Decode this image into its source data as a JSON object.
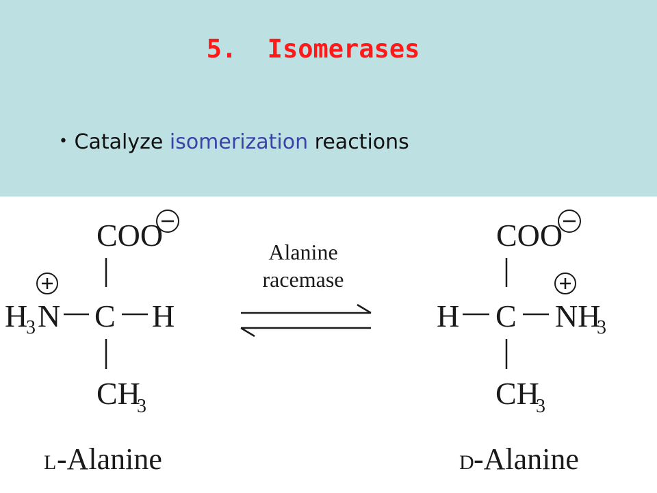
{
  "slide": {
    "title": "5.  Isomerases",
    "bullet_verb": "Catalyze",
    "bullet_highlight": "isomerization",
    "bullet_rest": "reactions"
  },
  "colors": {
    "header_bg": "#bde0e3",
    "title": "#ff1a1a",
    "highlight": "#3b43a8"
  },
  "reaction": {
    "enzyme_line1": "Alanine",
    "enzyme_line2": "racemase",
    "left": {
      "top_group": "COO",
      "center": "C",
      "left_group": "H",
      "left_sub": "3",
      "left_n": "N",
      "right_group": "H",
      "bottom_group": "CH",
      "bottom_sub": "3",
      "prefix": "L",
      "name": "-Alanine"
    },
    "right": {
      "top_group": "COO",
      "center": "C",
      "left_group": "H",
      "right_group": "NH",
      "right_sub": "3",
      "bottom_group": "CH",
      "bottom_sub": "3",
      "prefix": "D",
      "name": "-Alanine"
    },
    "charge_minus": "−",
    "charge_plus": "+"
  }
}
